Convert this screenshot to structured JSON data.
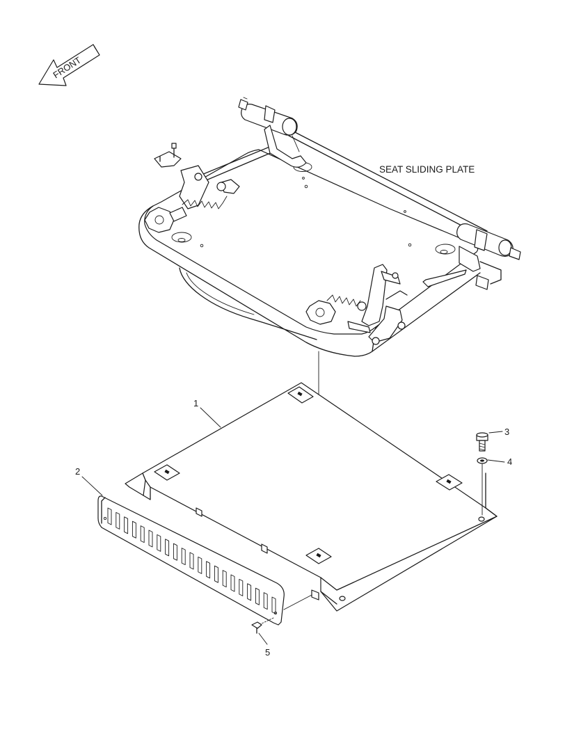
{
  "labels": {
    "front_arrow": "FRONT",
    "seat_sliding_plate": "SEAT SLIDING PLATE",
    "callouts": [
      "1",
      "2",
      "3",
      "4",
      "5"
    ]
  },
  "colors": {
    "line": "#1a1a1a",
    "background": "#ffffff"
  }
}
